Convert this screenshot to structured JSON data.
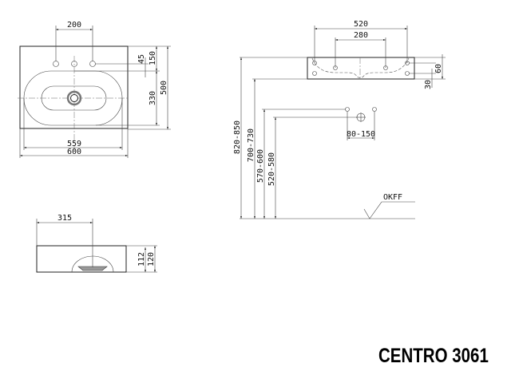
{
  "title": "CENTRO 3061",
  "top_view": {
    "dim_tap_spacing": "200",
    "dim_hole_to_basin": "45",
    "dim_top_to_basin": "150",
    "dim_basin_depth": "330",
    "dim_total_depth": "500",
    "dim_basin_width": "559",
    "dim_total_width": "600"
  },
  "front_view": {
    "dim_outer_holes": "520",
    "dim_inner_holes": "280",
    "dim_60": "60",
    "dim_30": "30",
    "dim_rim_height": "820-850",
    "dim_bottom_height": "700-730",
    "dim_supply_height": "570-600",
    "dim_drain_height": "520-580",
    "dim_supply_spacing": "80-150",
    "floor_label": "OKFF"
  },
  "side_view": {
    "dim_drain_offset": "315",
    "dim_inner_height": "112",
    "dim_outer_height": "120"
  }
}
